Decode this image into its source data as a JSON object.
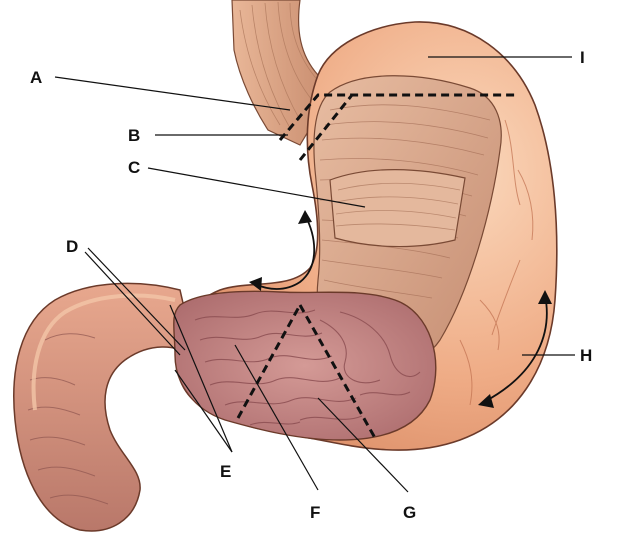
{
  "labels": {
    "a": "A",
    "b": "B",
    "c": "C",
    "d": "D",
    "e": "E",
    "f": "F",
    "g": "G",
    "h": "H",
    "i": "I"
  },
  "colors": {
    "stomach_outer": "#e9a07a",
    "stomach_outer_light": "#f6c9a6",
    "muscle": "#d9a58a",
    "mucosa": "#c98a86",
    "mucosa_dark": "#9e5d5f",
    "outline": "#6b3a2a",
    "leader_line": "#111111",
    "dashed_line": "#111111"
  }
}
